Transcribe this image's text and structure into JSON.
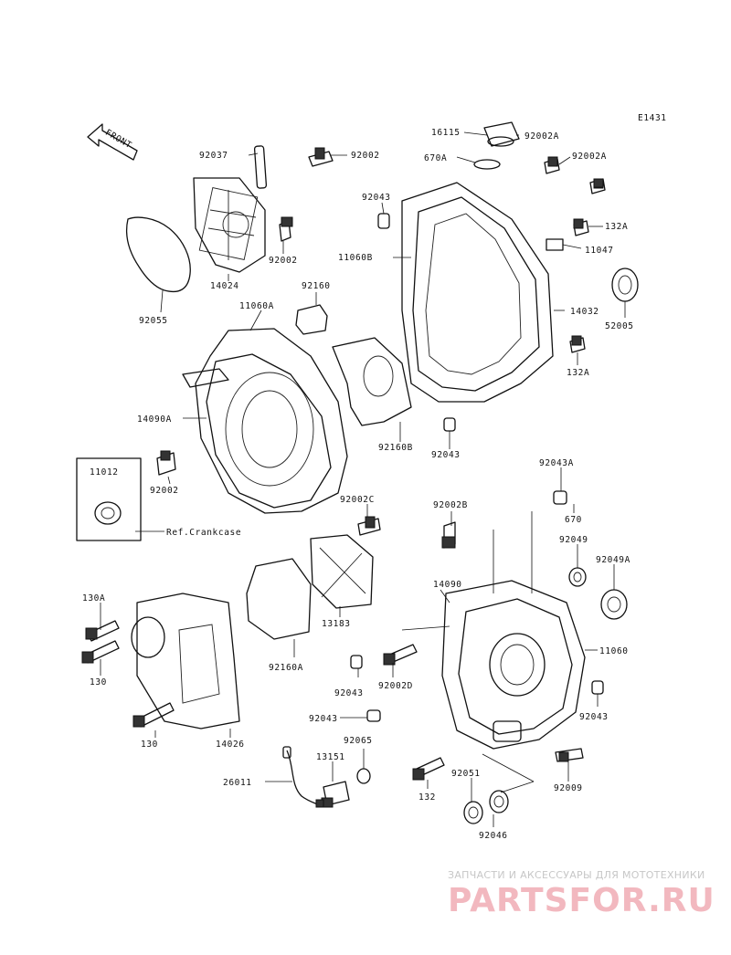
{
  "diagram": {
    "code": "E1431",
    "front_label": "FRONT",
    "ref_note": "Ref.Crankcase",
    "parts": [
      "16115",
      "92002A",
      "670A",
      "92037",
      "92002",
      "92043",
      "92002A",
      "132A",
      "11060B",
      "11047",
      "92002",
      "14024",
      "92160",
      "92055",
      "11060A",
      "14032",
      "52005",
      "132A",
      "14090A",
      "92160B",
      "92043",
      "11012",
      "92002",
      "92043A",
      "92002C",
      "92002B",
      "670",
      "92049",
      "92049A",
      "130A",
      "14090",
      "11060",
      "130",
      "13183",
      "92160A",
      "92043",
      "92002D",
      "130",
      "14026",
      "92043",
      "92043",
      "92065",
      "13151",
      "92009",
      "26011",
      "132",
      "92051",
      "92046"
    ]
  },
  "watermark": {
    "tagline": "ЗАПЧАСТИ И АКСЕССУАРЫ ДЛЯ МОТОТЕХНИКИ",
    "brand": "PARTSFOR.RU"
  }
}
